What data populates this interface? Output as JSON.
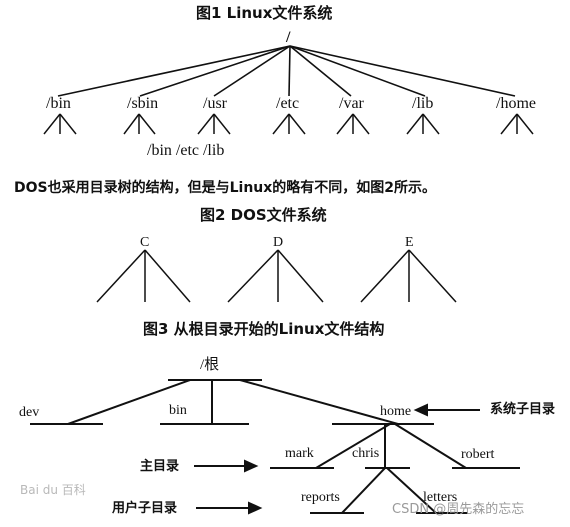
{
  "fig1": {
    "title": "图1  Linux文件系统",
    "root": "/",
    "dirs": [
      "/bin",
      "/sbin",
      "/usr",
      "/etc",
      "/var",
      "/lib",
      "/home"
    ],
    "sub_note": "/bin /etc /lib"
  },
  "dos_text": "DOS也采用目录树的结构，但是与Linux的略有不同，如图2所示。",
  "fig2": {
    "title": "图2  DOS文件系统",
    "drives": [
      "C",
      "D",
      "E"
    ]
  },
  "fig3": {
    "title": "图3  从根目录开始的Linux文件结构",
    "root": "/根",
    "nodes": {
      "dev": "dev",
      "bin": "bin",
      "home": "home",
      "mark": "mark",
      "chris": "chris",
      "robert": "robert",
      "reports": "reports",
      "letters": "letters"
    },
    "annotations": {
      "system_subdir": "系统子目录",
      "home_dir": "主目录",
      "user_subdir": "用户子目录"
    }
  },
  "watermarks": {
    "left": "Bai du 百科",
    "right": "CSDN @周先森的忘忘"
  }
}
